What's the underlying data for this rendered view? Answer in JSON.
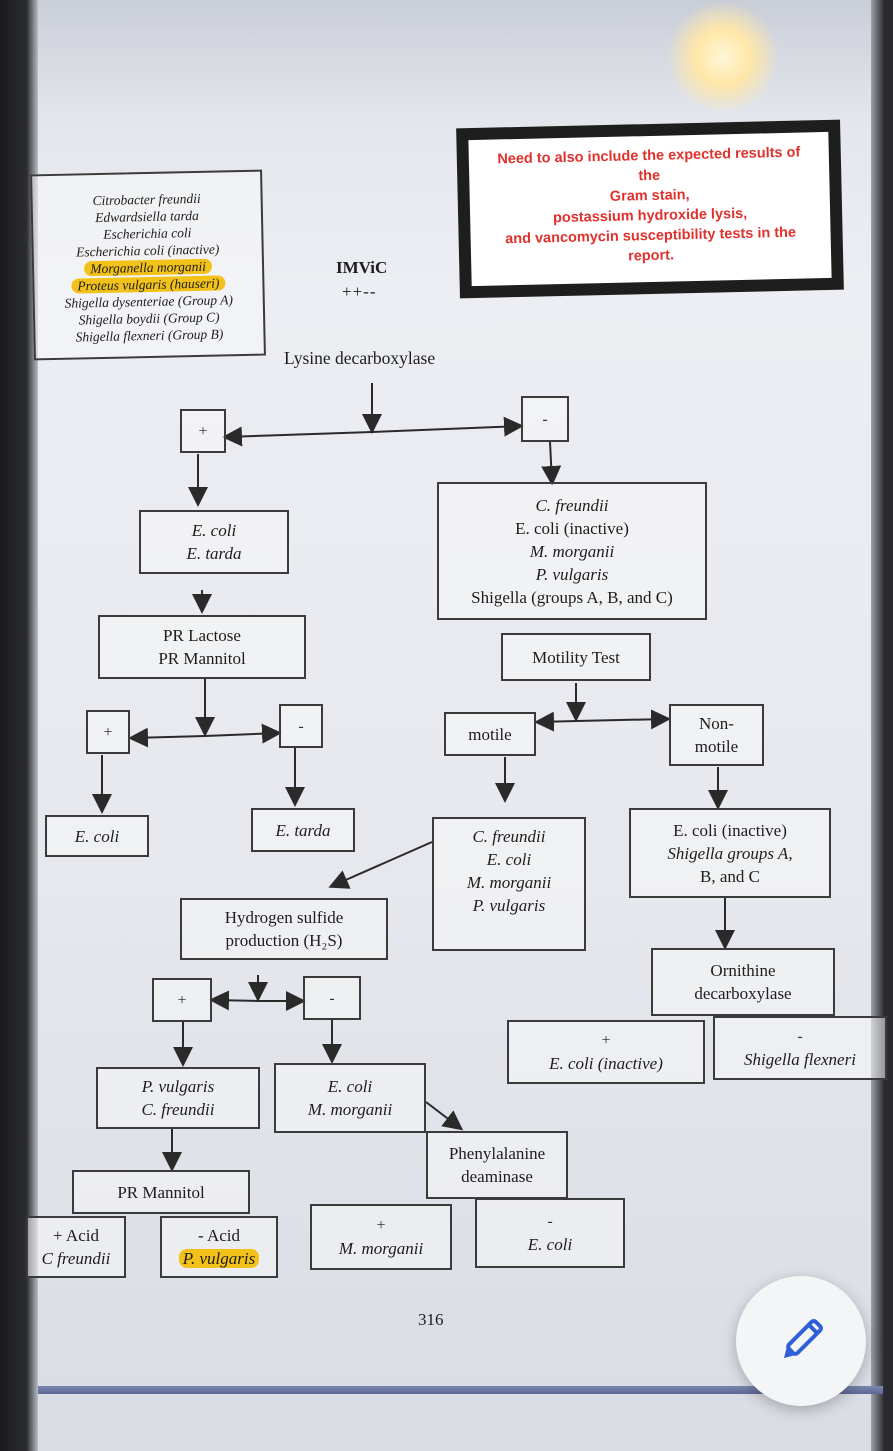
{
  "legend": {
    "organisms": [
      "Citrobacter freundii",
      "Edwardsiella tarda",
      "Escherichia coli",
      "Escherichia coli (inactive)",
      "Morganella morganii",
      "Proteus vulgaris (hauseri)",
      "Shigella dysenteriae (Group A)",
      "Shigella boydii (Group C)",
      "Shigella flexneri (Group B)"
    ]
  },
  "note": {
    "lines": [
      "Need to also include the expected results of",
      "the",
      "Gram stain,",
      "postassium hydroxide lysis,",
      "and vancomycin susceptibility tests in the",
      "report."
    ]
  },
  "imvic": {
    "title": "IMViC",
    "pattern": "++--"
  },
  "lysine": {
    "title": "Lysine decarboxylase",
    "pos_sign": "+",
    "neg_sign": "-",
    "pos_result": [
      "E. coli",
      "E. tarda"
    ],
    "neg_result": [
      "C. freundii",
      "E. coli (inactive)",
      "M. morganii",
      "P. vulgaris",
      "Shigella (groups A, B, and C)"
    ]
  },
  "pr_lactose": {
    "title": [
      "PR Lactose",
      "PR Mannitol"
    ],
    "pos_sign": "+",
    "neg_sign": "-",
    "pos_result": "E. coli",
    "neg_result": "E. tarda"
  },
  "motility": {
    "title": "Motility Test",
    "motile": "motile",
    "nonmotile": [
      "Non-",
      "motile"
    ],
    "motile_result": [
      "C. freundii",
      "E. coli",
      "M. morganii",
      "P. vulgaris"
    ],
    "nonmotile_result": [
      "E. coli (inactive)",
      "Shigella groups A,",
      "B, and C"
    ]
  },
  "h2s": {
    "title": [
      "Hydrogen sulfide",
      "production (H₂S)"
    ],
    "pos_sign": "+",
    "neg_sign": "-",
    "pos_result": [
      "P. vulgaris",
      "C. freundii"
    ],
    "neg_result": [
      "E. coli",
      "M. morganii"
    ]
  },
  "ornithine": {
    "title": [
      "Ornithine",
      "decarboxylase"
    ],
    "pos_sign": "+",
    "neg_sign": "-",
    "pos_result": "E. coli (inactive)",
    "neg_result": "Shigella flexneri"
  },
  "pr_mannitol": {
    "title": "PR Mannitol",
    "pos_label": "+ Acid",
    "pos_result": "C freundii",
    "neg_label": "- Acid",
    "neg_result": "P. vulgaris"
  },
  "phenylalanine": {
    "title": [
      "Phenylalanine",
      "deaminase"
    ],
    "pos_sign": "+",
    "neg_sign": "-",
    "pos_result": "M. morganii",
    "neg_result": "E. coli"
  },
  "page_number": "316",
  "pen_icon": "pencil-edit-icon",
  "colors": {
    "note_text": "#e1312d",
    "highlight": "#f2c21a",
    "fab_pencil": "#2f5fd6"
  }
}
